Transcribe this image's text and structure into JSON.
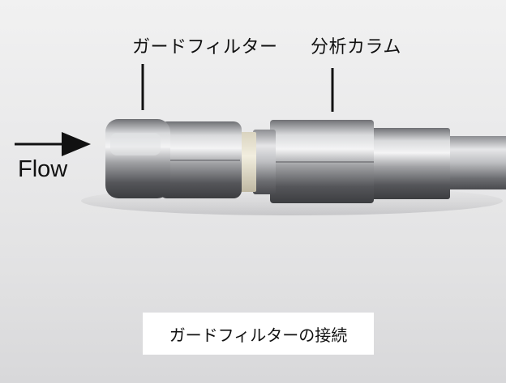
{
  "labels": {
    "guard_filter": "ガードフィルター",
    "analytical_column": "分析カラム",
    "flow": "Flow"
  },
  "caption": "ガードフィルターの接続",
  "colors": {
    "background": "#ececed",
    "metal": "#a9a9ab",
    "peek_ring": "#e8e3d2",
    "caption_box": "#ffffff"
  }
}
